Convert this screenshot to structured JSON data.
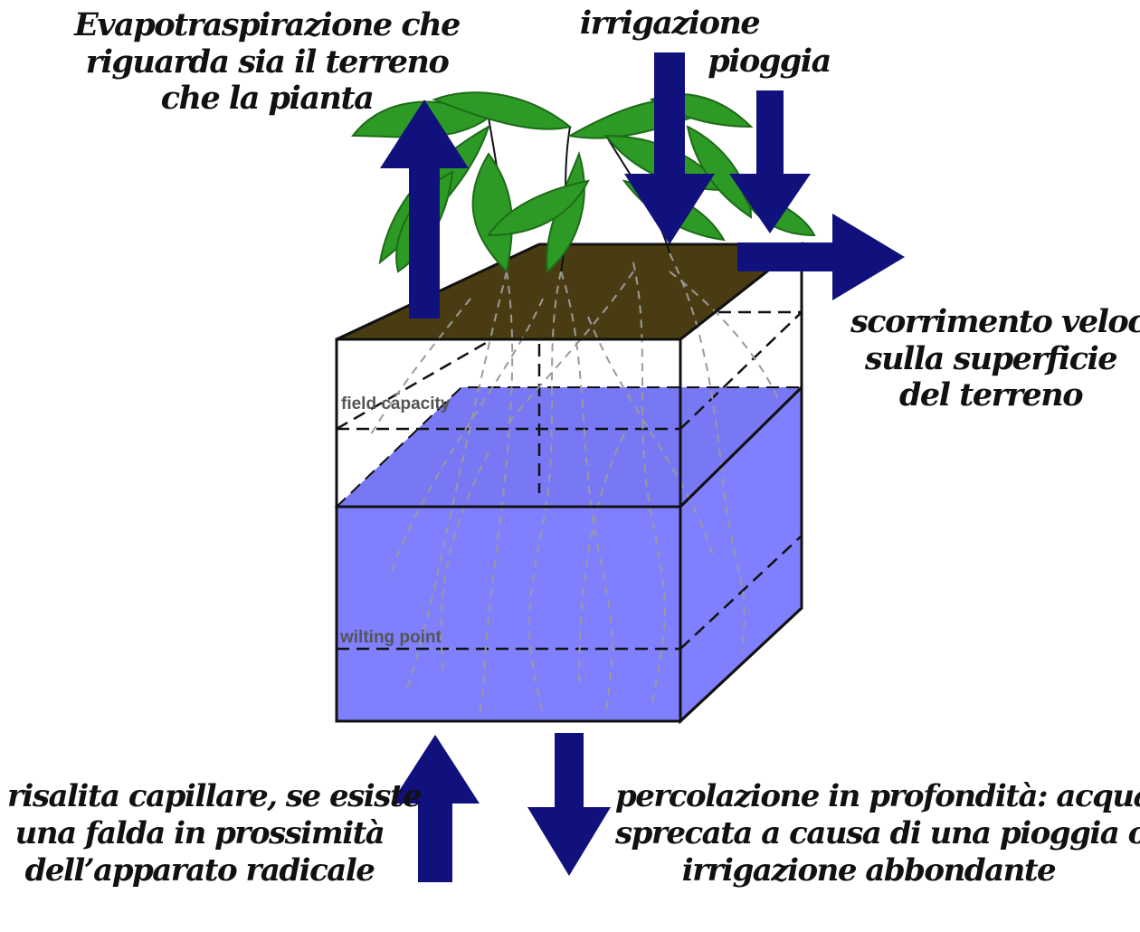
{
  "labels": {
    "evapotranspiration": [
      "Evapotraspirazione che",
      "riguarda sia il terreno",
      "che la pianta"
    ],
    "irrigation": "irrigazione",
    "rain": "pioggia",
    "runoff": [
      "scorrimento veloce",
      "sulla superficie",
      "del terreno"
    ],
    "capillary_rise": [
      "risalita capillare, se esiste",
      "una falda in prossimità",
      "dell’apparato radicale"
    ],
    "percolation": [
      "percolazione in profondità: acqua",
      "sprecata a causa di una pioggia o",
      "irrigazione abbondante"
    ],
    "field_capacity": "field capacity",
    "wilting_point": "wilting point"
  },
  "colors": {
    "arrow": "#11117d",
    "water": "#8080ff",
    "water_top": "#7878f4",
    "soil_surface": "#4a3c12",
    "leaf": "#2e9a26",
    "leaf_dark": "#1d6b18",
    "root": "#9a9a9a"
  },
  "icons": [
    "arrow-up-icon",
    "arrow-down-icon",
    "arrow-right-icon",
    "plant-icon",
    "soil-box-icon"
  ]
}
